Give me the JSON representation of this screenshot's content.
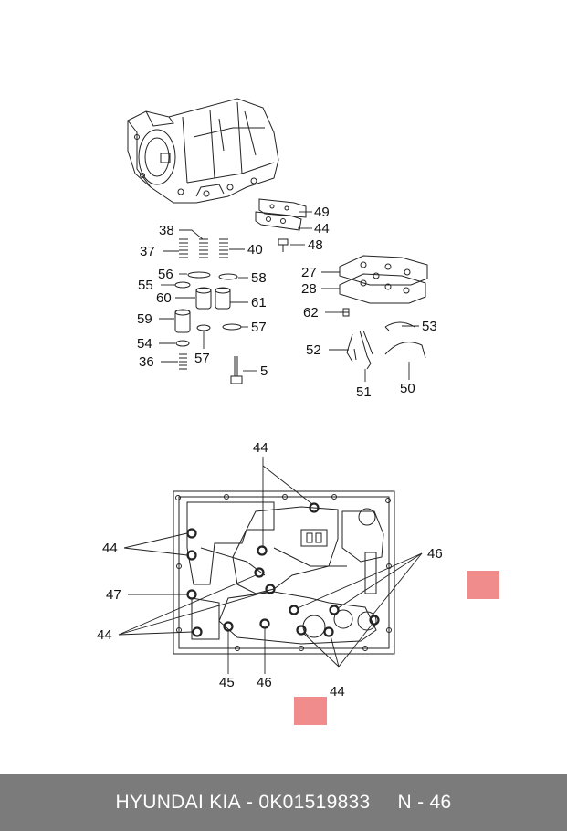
{
  "labels": {
    "top": [
      "49",
      "44",
      "48",
      "38",
      "37",
      "40",
      "56",
      "58",
      "55",
      "60",
      "61",
      "59",
      "57",
      "54",
      "57",
      "36",
      "5",
      "27",
      "28",
      "62",
      "53",
      "52",
      "51",
      "50"
    ],
    "bottom": [
      "44",
      "44",
      "47",
      "44",
      "46",
      "45",
      "46",
      "44"
    ]
  },
  "footer": {
    "brand": "HYUNDAI  KIA",
    "part_number": "- 0K01519833",
    "page": "N - 46"
  },
  "colors": {
    "footer_bg": "#7b7b7b",
    "marker": "#f08c8c",
    "line": "#222222"
  }
}
